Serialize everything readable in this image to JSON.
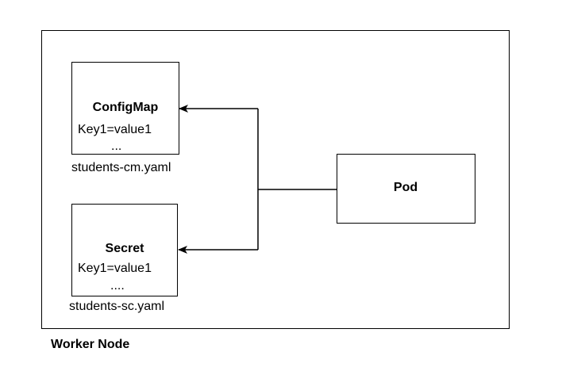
{
  "diagram": {
    "worker_node_label": "Worker Node",
    "configmap": {
      "title": "ConfigMap",
      "entry": "Key1=value1",
      "ellipsis": "...",
      "filename": "students-cm.yaml"
    },
    "secret": {
      "title": "Secret",
      "entry": "Key1=value1",
      "ellipsis": "....",
      "filename": "students-sc.yaml"
    },
    "pod": {
      "title": "Pod"
    },
    "colors": {
      "stroke": "#000000",
      "background": "#ffffff"
    }
  }
}
